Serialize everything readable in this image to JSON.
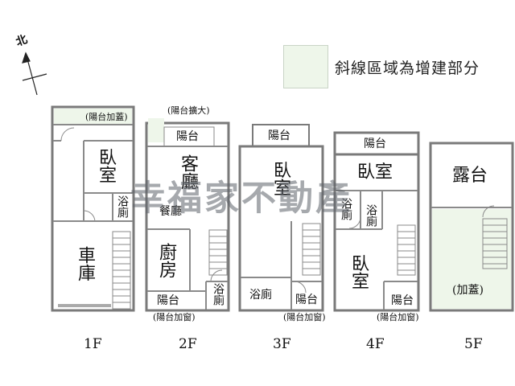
{
  "legend": {
    "text": "斜線區域為增建部分",
    "swatch_color": "#eef6ea"
  },
  "north": {
    "label": "北"
  },
  "watermark": {
    "text": "幸福家不動產"
  },
  "floors": {
    "f1": {
      "name": "1F",
      "balcony": "(陽台加蓋)",
      "bedroom": "臥室",
      "bathroom": "浴廁",
      "garage": "車庫"
    },
    "f2": {
      "name": "2F",
      "balcony_expand": "(陽台擴大)",
      "balcony_top": "陽台",
      "living": "客廳",
      "dining": "餐廳",
      "kitchen": "廚房",
      "balcony_bottom": "陽台",
      "bathroom": "浴廁",
      "window_note": "(陽台加窗)"
    },
    "f3": {
      "name": "3F",
      "balcony_top": "陽台",
      "bedroom": "臥室",
      "bathroom": "浴廁",
      "balcony_bottom": "陽台",
      "window_note": "(陽台加窗)"
    },
    "f4": {
      "name": "4F",
      "balcony_top": "陽台",
      "bedroom_top": "臥室",
      "bath_left": "浴廁",
      "bath_right": "浴廁",
      "bedroom_bottom": "臥室",
      "balcony_bottom": "陽台",
      "window_note": "(陽台加窗)"
    },
    "f5": {
      "name": "5F",
      "terrace": "露台",
      "addition_note": "(加蓋)"
    }
  },
  "colors": {
    "wall": "#7a7a7a",
    "addition": "#eef6ea"
  }
}
